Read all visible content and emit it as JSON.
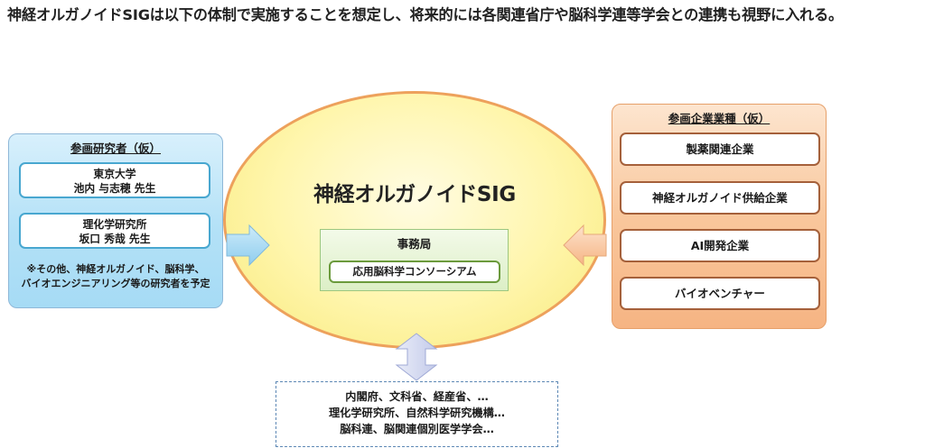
{
  "intro": "神経オルガノイドSIGは以下の体制で実施することを想定し、将来的には各関連省庁や脳科学連等学会との連携も視野に入れる。",
  "center": {
    "title": "神経オルガノイドSIG",
    "office_label": "事務局",
    "office_member": "応用脳科学コンソーシアム"
  },
  "researchers": {
    "title": "参画研究者（仮）",
    "members": [
      {
        "org": "東京大学",
        "name": "池内 与志穂 先生"
      },
      {
        "org": "理化学研究所",
        "name": "坂口 秀哉 先生"
      }
    ],
    "note_line1": "※その他、神経オルガノイド、脳科学、",
    "note_line2": "バイオエンジニアリング等の研究者を予定"
  },
  "industries": {
    "title": "参画企業業種（仮）",
    "items": [
      "製薬関連企業",
      "神経オルガノイド供給企業",
      "AI開発企業",
      "バイオベンチャー"
    ]
  },
  "partners": {
    "lines": [
      "内閣府、文科省、経産省、…",
      "理化学研究所、自然科学研究機構…",
      "脳科連、脳関連個別医学学会…"
    ]
  },
  "colors": {
    "left_panel": "#b3e1f7",
    "left_border": "#48a7d0",
    "right_panel": "#f9c79c",
    "right_border": "#a5603a",
    "ellipse_fill": "#fff6ad",
    "ellipse_border": "#eda15c",
    "office_fill": "#dcefc6",
    "office_border": "#6b9a3c",
    "arrow_blue": "#a9dbf4",
    "arrow_orange": "#f8c9a3",
    "arrow_lavender": "#d9def3"
  }
}
